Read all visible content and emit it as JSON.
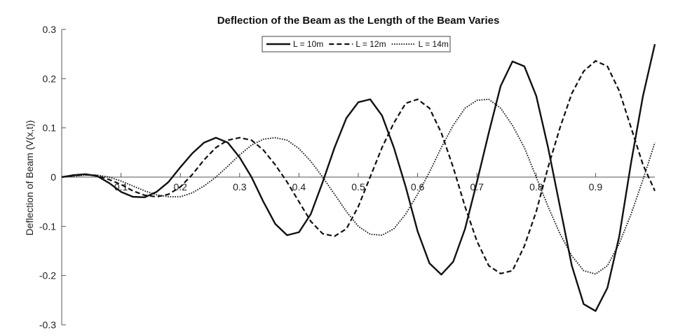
{
  "chart_data": {
    "type": "line",
    "title": "Deflection of the Beam as the Length of the Beam Varies",
    "xlabel": "",
    "ylabel": "Deflection of Beam (V(x,t))",
    "xlim": [
      0,
      1
    ],
    "ylim": [
      -0.3,
      0.3
    ],
    "xticks": [
      0.1,
      0.2,
      0.3,
      0.4,
      0.5,
      0.6,
      0.7,
      0.8,
      0.9
    ],
    "xtick_labels": [
      "0.1",
      "0.2",
      "0.3",
      "0.4",
      "0.5",
      "0.6",
      "0.7",
      "0.8",
      "0.9"
    ],
    "yticks": [
      -0.3,
      -0.2,
      -0.1,
      0,
      0.1,
      0.2,
      0.3
    ],
    "ytick_labels": [
      "-0.3",
      "-0.2",
      "-0.1",
      "0",
      "0.1",
      "0.2",
      "0.3"
    ],
    "grid": false,
    "legend_position": "top-center",
    "colors": {
      "line": "#111111",
      "axis": "#555555"
    },
    "series": [
      {
        "name": "L = 10m",
        "style": "solid",
        "x": [
          0,
          0.02,
          0.04,
          0.06,
          0.08,
          0.1,
          0.12,
          0.14,
          0.16,
          0.18,
          0.2,
          0.22,
          0.24,
          0.26,
          0.28,
          0.3,
          0.32,
          0.34,
          0.36,
          0.38,
          0.4,
          0.42,
          0.44,
          0.46,
          0.48,
          0.5,
          0.52,
          0.54,
          0.56,
          0.58,
          0.6,
          0.62,
          0.64,
          0.66,
          0.68,
          0.7,
          0.72,
          0.74,
          0.76,
          0.78,
          0.8,
          0.82,
          0.84,
          0.86,
          0.88,
          0.9,
          0.92,
          0.94,
          0.96,
          0.98,
          1.0
        ],
        "y": [
          0,
          0.004,
          0.006,
          0.002,
          -0.012,
          -0.03,
          -0.04,
          -0.041,
          -0.03,
          -0.01,
          0.02,
          0.048,
          0.07,
          0.08,
          0.07,
          0.04,
          0.0,
          -0.05,
          -0.095,
          -0.118,
          -0.112,
          -0.075,
          -0.01,
          0.06,
          0.12,
          0.152,
          0.158,
          0.125,
          0.06,
          -0.02,
          -0.11,
          -0.175,
          -0.198,
          -0.172,
          -0.105,
          -0.01,
          0.09,
          0.185,
          0.235,
          0.225,
          0.165,
          0.06,
          -0.06,
          -0.18,
          -0.258,
          -0.272,
          -0.225,
          -0.12,
          0.03,
          0.165,
          0.27
        ]
      },
      {
        "name": "L = 12m",
        "style": "dashed",
        "x": [
          0,
          0.02,
          0.04,
          0.06,
          0.08,
          0.1,
          0.12,
          0.14,
          0.16,
          0.18,
          0.2,
          0.22,
          0.24,
          0.26,
          0.28,
          0.3,
          0.32,
          0.34,
          0.36,
          0.38,
          0.4,
          0.42,
          0.44,
          0.46,
          0.48,
          0.5,
          0.52,
          0.54,
          0.56,
          0.58,
          0.6,
          0.62,
          0.64,
          0.66,
          0.68,
          0.7,
          0.72,
          0.74,
          0.76,
          0.78,
          0.8,
          0.82,
          0.84,
          0.86,
          0.88,
          0.9,
          0.92,
          0.94,
          0.96,
          0.98,
          1.0
        ],
        "y": [
          0,
          0.003,
          0.005,
          0.003,
          -0.005,
          -0.015,
          -0.028,
          -0.037,
          -0.04,
          -0.035,
          -0.02,
          0.005,
          0.035,
          0.06,
          0.075,
          0.08,
          0.075,
          0.055,
          0.025,
          -0.01,
          -0.05,
          -0.09,
          -0.115,
          -0.12,
          -0.105,
          -0.06,
          0.0,
          0.06,
          0.11,
          0.15,
          0.158,
          0.14,
          0.09,
          0.02,
          -0.06,
          -0.13,
          -0.18,
          -0.196,
          -0.19,
          -0.14,
          -0.07,
          0.02,
          0.1,
          0.17,
          0.215,
          0.236,
          0.225,
          0.175,
          0.1,
          0.025,
          -0.028
        ]
      },
      {
        "name": "L = 14m",
        "style": "dotted",
        "x": [
          0,
          0.02,
          0.04,
          0.06,
          0.08,
          0.1,
          0.12,
          0.14,
          0.16,
          0.18,
          0.2,
          0.22,
          0.24,
          0.26,
          0.28,
          0.3,
          0.32,
          0.34,
          0.36,
          0.38,
          0.4,
          0.42,
          0.44,
          0.46,
          0.48,
          0.5,
          0.52,
          0.54,
          0.56,
          0.58,
          0.6,
          0.62,
          0.64,
          0.66,
          0.68,
          0.7,
          0.72,
          0.74,
          0.76,
          0.78,
          0.8,
          0.82,
          0.84,
          0.86,
          0.88,
          0.9,
          0.92,
          0.94,
          0.96,
          0.98,
          1.0
        ],
        "y": [
          0,
          0.002,
          0.004,
          0.004,
          0.0,
          -0.008,
          -0.018,
          -0.028,
          -0.036,
          -0.04,
          -0.04,
          -0.032,
          -0.018,
          0.0,
          0.022,
          0.045,
          0.065,
          0.077,
          0.08,
          0.075,
          0.058,
          0.032,
          0.0,
          -0.035,
          -0.07,
          -0.1,
          -0.116,
          -0.118,
          -0.105,
          -0.075,
          -0.035,
          0.01,
          0.06,
          0.105,
          0.14,
          0.156,
          0.158,
          0.14,
          0.105,
          0.06,
          0.0,
          -0.06,
          -0.115,
          -0.16,
          -0.19,
          -0.197,
          -0.18,
          -0.135,
          -0.075,
          -0.005,
          0.07
        ]
      }
    ]
  }
}
